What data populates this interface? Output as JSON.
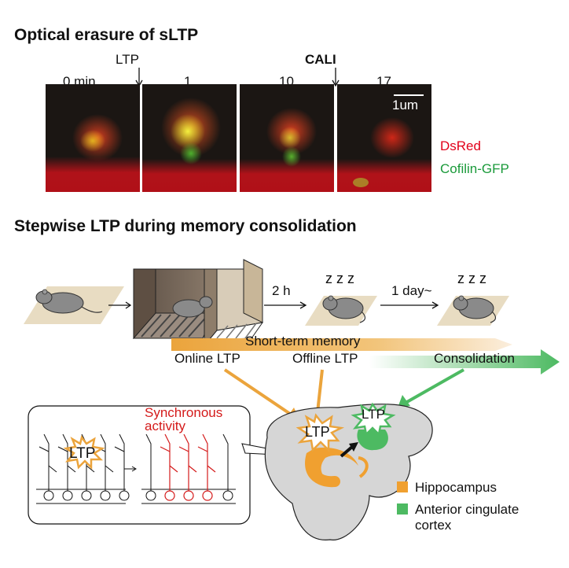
{
  "section1": {
    "title": "Optical erasure of sLTP",
    "events": {
      "ltp": "LTP",
      "cali": "CALI"
    },
    "time_labels": [
      "0 min",
      "1",
      "10",
      "17"
    ],
    "scale_bar": "1um",
    "legend": [
      {
        "label": "DsRed",
        "color": "#e2001a"
      },
      {
        "label": "Cofilin-GFP",
        "color": "#1a9a3a"
      }
    ]
  },
  "section2": {
    "title": "Stepwise LTP during memory consolidation",
    "timeline": {
      "step1": "2 h",
      "step2": "1 day~",
      "sleep": "z z z"
    },
    "bar_label": "Short-term memory",
    "phases": [
      "Online LTP",
      "Offline LTP",
      "Consolidation"
    ],
    "inset": {
      "ltp": "LTP",
      "sync_line1": "Synchronous",
      "sync_line2": "activity"
    },
    "brain_labels": {
      "hippocampus_ltp": "LTP",
      "acc_ltp": "LTP"
    },
    "legend": [
      {
        "label": "Hippocampus",
        "color": "#f0a030"
      },
      {
        "label": "Anterior cingulate",
        "label2": "cortex",
        "color": "#4dba62"
      }
    ]
  }
}
